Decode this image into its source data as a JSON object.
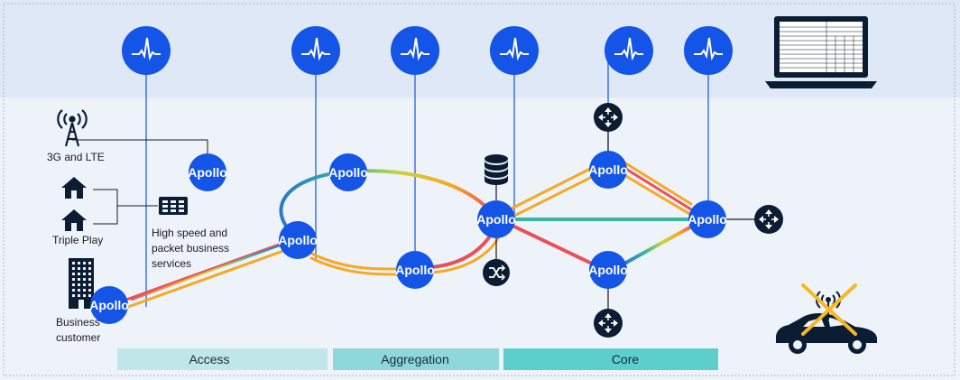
{
  "nodes": {
    "apollo_label": "Apollo"
  },
  "labels": {
    "lte": "3G and LTE",
    "triple_play": "Triple Play",
    "hs_line1": "High speed and",
    "hs_line2": "packet business",
    "hs_line3": "services",
    "biz_line1": "Business",
    "biz_line2": "customer"
  },
  "bands": {
    "access": "Access",
    "aggregation": "Aggregation",
    "core": "Core"
  },
  "colors": {
    "node_blue": "#1454e6",
    "top_band": "#dfe8f6",
    "body_bg": "#eef3fa",
    "access_band": "#bfe6e8",
    "aggregation_band": "#8ed8dc",
    "core_band": "#5ccfcc",
    "dark_icon": "#0b1d33",
    "orange_link": "#f7a823",
    "red_link": "#e8505b"
  },
  "icons": [
    "probe-icon",
    "laptop-icon",
    "cell-tower-icon",
    "house-icon",
    "building-icon",
    "router-icon",
    "database-icon",
    "shuffle-icon",
    "car-icon",
    "no-signal-icon",
    "switch-icon"
  ]
}
